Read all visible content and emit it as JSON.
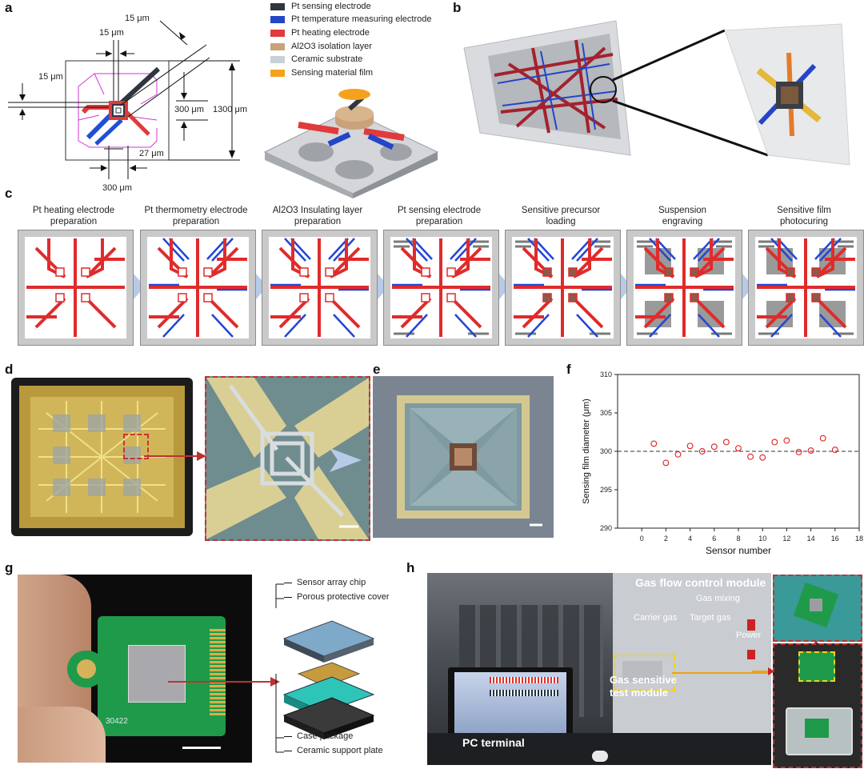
{
  "panels": {
    "a": "a",
    "b": "b",
    "c": "c",
    "d": "d",
    "e": "e",
    "f": "f",
    "g": "g",
    "h": "h"
  },
  "panel_a": {
    "dims": {
      "d15_diag": "15 μm",
      "d15_top": "15 μm",
      "d15_left": "15 μm",
      "d300_h": "300 μm",
      "d1300": "1300 μm",
      "d27": "27 μm",
      "d300_bottom": "300 μm"
    },
    "legend": [
      {
        "label": "Pt sensing electrode",
        "color": "#2f3640"
      },
      {
        "label": "Pt temperature measuring electrode",
        "color": "#2345c8"
      },
      {
        "label": "Pt heating electrode",
        "color": "#e03a3a"
      },
      {
        "label": "Al2O3 isolation layer",
        "color": "#c9a27a"
      },
      {
        "label": "Ceramic substrate",
        "color": "#c8d0d8"
      },
      {
        "label": "Sensing material film",
        "color": "#f4a21e"
      }
    ]
  },
  "panel_c": {
    "steps": [
      {
        "l1": "Pt heating electrode",
        "l2": "preparation"
      },
      {
        "l1": "Pt thermometry electrode",
        "l2": "preparation"
      },
      {
        "l1": "Al2O3 Insulating layer",
        "l2": "preparation"
      },
      {
        "l1": "Pt sensing electrode",
        "l2": "preparation"
      },
      {
        "l1": "Sensitive precursor",
        "l2": "loading"
      },
      {
        "l1": "Suspension",
        "l2": "engraving"
      },
      {
        "l1": "Sensitive film",
        "l2": "photocuring"
      }
    ]
  },
  "chart_data": {
    "type": "scatter",
    "title": "",
    "xlabel": "Sensor number",
    "ylabel": "Sensing film diameter (μm)",
    "xlim": [
      -2,
      18
    ],
    "ylim": [
      290,
      310
    ],
    "xticks": [
      0,
      2,
      4,
      6,
      8,
      10,
      12,
      14,
      16,
      18
    ],
    "yticks": [
      290,
      295,
      300,
      305,
      310
    ],
    "reference_line": 300,
    "marker_color": "#e02020",
    "x": [
      1,
      2,
      3,
      4,
      5,
      6,
      7,
      8,
      9,
      10,
      11,
      12,
      13,
      14,
      15,
      16
    ],
    "y": [
      301.0,
      298.5,
      299.6,
      300.7,
      300.0,
      300.6,
      301.2,
      300.4,
      299.3,
      299.2,
      301.2,
      301.4,
      299.9,
      300.1,
      301.7,
      300.2
    ]
  },
  "panel_g": {
    "chip_text": "30422",
    "callouts": [
      "Sensor array chip",
      "Porous protective cover",
      "Case package",
      "Ceramic support plate"
    ]
  },
  "panel_h": {
    "gas_flow": "Gas flow control module",
    "gas_mixing": "Gas mixing",
    "carrier_gas": "Carrier gas",
    "target_gas": "Target gas",
    "power": "Power",
    "gas_test_1": "Gas sensitive",
    "gas_test_2": "test module",
    "pc_terminal": "PC terminal"
  }
}
